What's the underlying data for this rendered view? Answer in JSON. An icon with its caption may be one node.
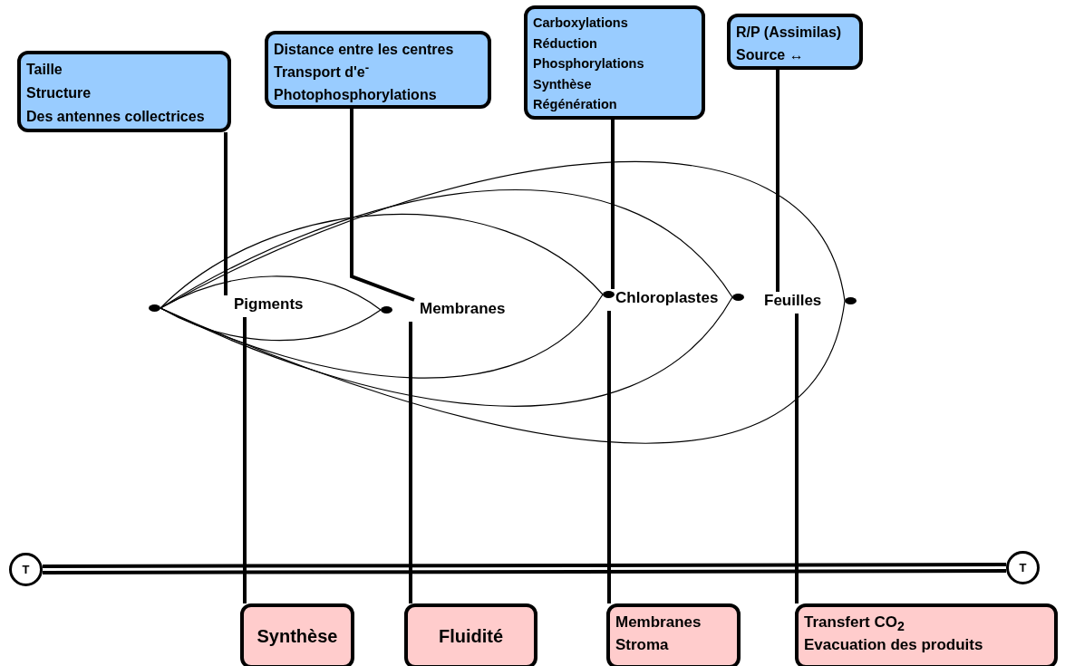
{
  "diagram": {
    "nodes": [
      {
        "text": [
          "Taille",
          "Structure",
          "Des antennes collectrices"
        ]
      },
      {
        "text": [
          "Distance entre les centres",
          "Transport d'e$^{-}$",
          "Photophosphorylations"
        ]
      },
      {
        "text": [
          "Carboxylations",
          "Réduction",
          "Phosphorylations",
          "Synthèse",
          "Régénération"
        ]
      },
      {
        "text": [
          "R/P (Assimilas)",
          "Source ↔"
        ]
      },
      {
        "text": [],
        "shape": "circle"
      },
      {
        "text": [
          "Pigments"
        ]
      },
      {
        "text": [],
        "shape": "circle"
      },
      {
        "text": [
          "Membranes"
        ]
      },
      {
        "text": [],
        "shape": "circle"
      },
      {
        "text": [
          "Chloroplastes"
        ]
      },
      {
        "text": [],
        "shape": "circle"
      },
      {
        "text": [
          "Feuilles"
        ]
      },
      {
        "text": [],
        "shape": "circle"
      },
      {
        "text": [
          "T"
        ]
      },
      {
        "text": [
          "T"
        ]
      },
      {
        "text": [
          "Synthèse"
        ]
      },
      {
        "text": [
          "Fluidité"
        ]
      },
      {
        "text": [
          "Membranes",
          "Stroma"
        ]
      },
      {
        "text": [
          "Transfert CO$_{2}$",
          "Evacuation des produits"
        ]
      }
    ],
    "edges": [
      {
        "from": 0,
        "to": 5,
        "arrow": "none"
      },
      {
        "from": 1,
        "to": 7,
        "arrow": "none"
      },
      {
        "from": 2,
        "to": 9,
        "arrow": "none"
      },
      {
        "from": 3,
        "to": 11,
        "arrow": "none"
      },
      {
        "from": 4,
        "to": 6,
        "arrow": "none"
      },
      {
        "from": 4,
        "to": 6,
        "arrow": "none"
      },
      {
        "from": 4,
        "to": 8,
        "arrow": "none"
      },
      {
        "from": 4,
        "to": 8,
        "arrow": "none"
      },
      {
        "from": 4,
        "to": 10,
        "arrow": "none"
      },
      {
        "from": 4,
        "to": 10,
        "arrow": "none"
      },
      {
        "from": 4,
        "to": 12,
        "arrow": "none"
      },
      {
        "from": 4,
        "to": 12,
        "arrow": "none"
      },
      {
        "from": 13,
        "to": 14,
        "arrow": "none",
        "style": "thick"
      },
      {
        "from": 5,
        "to": 15,
        "arrow": "none"
      },
      {
        "from": 7,
        "to": 16,
        "arrow": "none"
      },
      {
        "from": 9,
        "to": 17,
        "arrow": "none"
      },
      {
        "from": 11,
        "to": 18,
        "arrow": "none"
      }
    ]
  }
}
